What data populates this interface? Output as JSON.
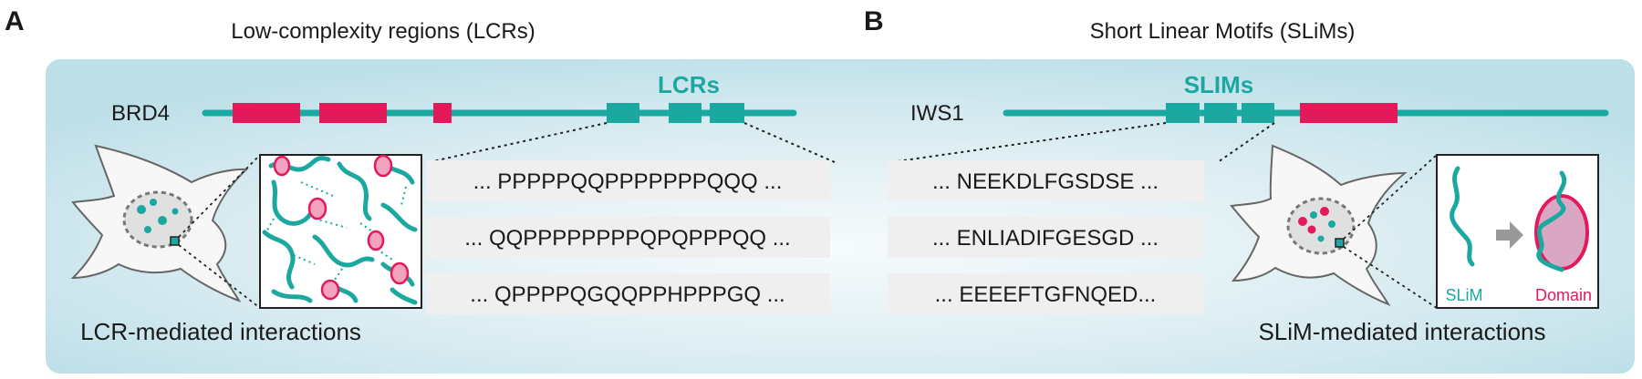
{
  "colors": {
    "teal": "#1ba8a0",
    "magenta": "#e3195a",
    "panel_bg_edge": "#bcdfe8",
    "panel_bg_center": "#f4fafb",
    "seq_box": "#efefef",
    "dark": "#1a1a1a",
    "cell_fill": "#f7f7f7",
    "cell_stroke": "#666666",
    "domain_fill": "#d9a6c3"
  },
  "panel_a": {
    "letter": "A",
    "title": "Low-complexity regions (LCRs)",
    "protein": "BRD4",
    "region_label": "LCRs",
    "sequences": [
      "... PPPPPQQPPPPPPPQQQ ...",
      "... QQPPPPPPPPQPQPPPQQ ...",
      "... QPPPPQGQQPPHPPPGQ ..."
    ],
    "caption": "LCR-mediated interactions"
  },
  "panel_b": {
    "letter": "B",
    "title": "Short Linear Motifs (SLiMs)",
    "protein": "IWS1",
    "region_label": "SLIMs",
    "sequences": [
      "... NEEKDLFGSDSE ...",
      "... ENLIADIFGESGD ...",
      "... EEEEFTGFNQED..."
    ],
    "caption": "SLiM-mediated interactions",
    "inset_slim_label": "SLiM",
    "inset_domain_label": "Domain"
  }
}
